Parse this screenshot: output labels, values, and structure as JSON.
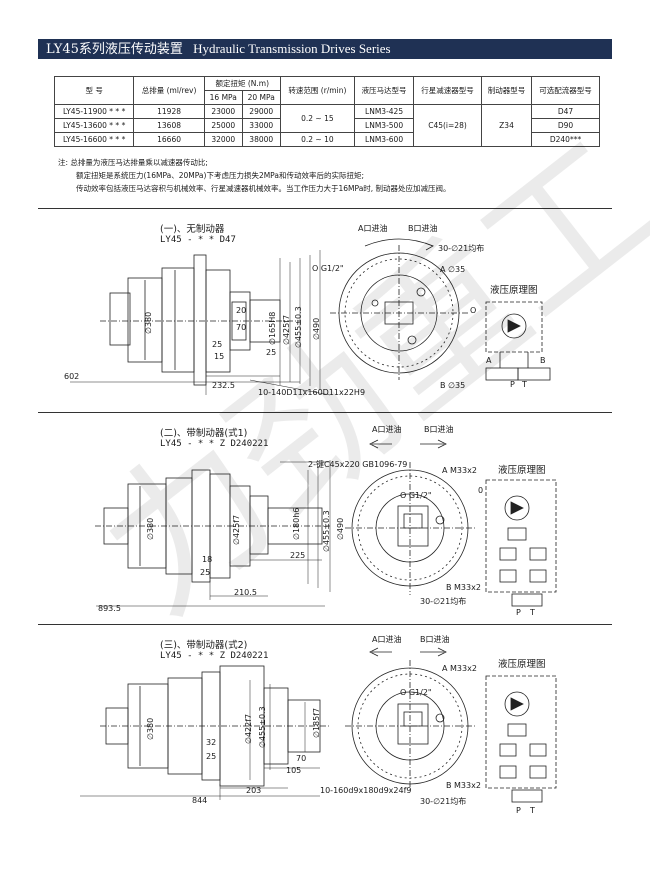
{
  "header": {
    "title_cn": "LY45系列液压传动装置",
    "title_en": "Hydraulic Transmission Drives Series"
  },
  "table": {
    "h_model": "型 号",
    "h_disp": "总排量 (ml/rev)",
    "h_torque": "额定扭矩 (N.m)",
    "h_t16": "16 MPa",
    "h_t20": "20 MPa",
    "h_speed": "转速范围 (r/min)",
    "h_motor": "液压马达型号",
    "h_reducer": "行星减速器型号",
    "h_brake": "制动器型号",
    "h_valve": "可选配流器型号",
    "rows": [
      {
        "model": "LY45-11900 * * *",
        "disp": "11928",
        "t16": "23000",
        "t20": "29000",
        "motor": "LNM3-425"
      },
      {
        "model": "LY45-13600 * * *",
        "disp": "13608",
        "t16": "25000",
        "t20": "33000",
        "motor": "LNM3-500"
      },
      {
        "model": "LY45-16600 * * *",
        "disp": "16660",
        "t16": "32000",
        "t20": "38000",
        "motor": "LNM3-600"
      }
    ],
    "speed_a": "0.2 ~ 15",
    "speed_b": "0.2 ~ 10",
    "reducer": "C45(i=28)",
    "brake": "Z34",
    "valve1": "D47",
    "valve2": "D90",
    "valve3": "D240***"
  },
  "notes": {
    "n1": "注: 总排量为液压马达排量乘以减速器传动比;",
    "n2": "额定扭矩是系统压力(16MPa、20MPa)下考虑压力损失2MPa和传动效率后的实际扭矩;",
    "n3": "传动效率包括液压马达容积与机械效率、行星减速器机械效率。当工作压力大于16MPa时, 制动器处应加减压阀。"
  },
  "s1": {
    "title": "(一)、无制动器",
    "model": "LY45 - * * D47",
    "dims": {
      "d380": "∅380",
      "d165": "∅165H8",
      "d425": "∅425f7",
      "d455": "∅455±0.3",
      "d490": "∅490",
      "d20": "20",
      "d70": "70",
      "d25a": "25",
      "d15": "15",
      "d25b": "25",
      "l232": "232.5",
      "l602": "602",
      "spline": "10-140D11x160D11x22H9"
    },
    "ports": {
      "a_in": "A口进油",
      "b_in": "B口进油",
      "holes": "30-∅21均布",
      "og": "O G1/2\"",
      "a35": "A ∅35",
      "b35": "B ∅35"
    },
    "schema": {
      "title": "液压原理图",
      "o": "O",
      "a": "A",
      "b": "B",
      "p": "P",
      "t": "T"
    }
  },
  "s2": {
    "title": "(二)、带制动器(式1)",
    "model": "LY45 - * * Z D240221",
    "dims": {
      "key": "2-键C45x220 GB1096-79",
      "d380": "∅380",
      "d425": "∅425f7",
      "d180": "∅180h6",
      "d455": "∅455±0.3",
      "d490": "∅490",
      "l225": "225",
      "l18": "18",
      "l25": "25",
      "l210": "210.5",
      "l893": "893.5"
    },
    "ports": {
      "a_out": "A口进油",
      "b_in": "B口进油",
      "m33a": "A M33x2",
      "m33b": "B M33x2",
      "og": "O G1/2\"",
      "holes": "30-∅21均布"
    },
    "schema": {
      "title": "液压原理图",
      "o": "0",
      "p": "P",
      "t": "T"
    }
  },
  "s3": {
    "title": "(三)、带制动器(式2)",
    "model": "LY45 - * * Z D240221",
    "dims": {
      "d380": "∅380",
      "d422": "∅422f7",
      "d455": "∅455±0.3",
      "d185": "∅185f7",
      "l32": "32",
      "l25": "25",
      "l70": "70",
      "l105": "105",
      "l203": "203",
      "l844": "844",
      "spline": "10-160d9x180d9x24f9"
    },
    "ports": {
      "a_out": "A口进油",
      "b_in": "B口进油",
      "m33a": "A M33x2",
      "m33b": "B M33x2",
      "og": "O G1/2\"",
      "holes": "30-∅21均布"
    },
    "schema": {
      "title": "液压原理图",
      "p": "P",
      "t": "T"
    }
  },
  "watermark": "力劲重工"
}
